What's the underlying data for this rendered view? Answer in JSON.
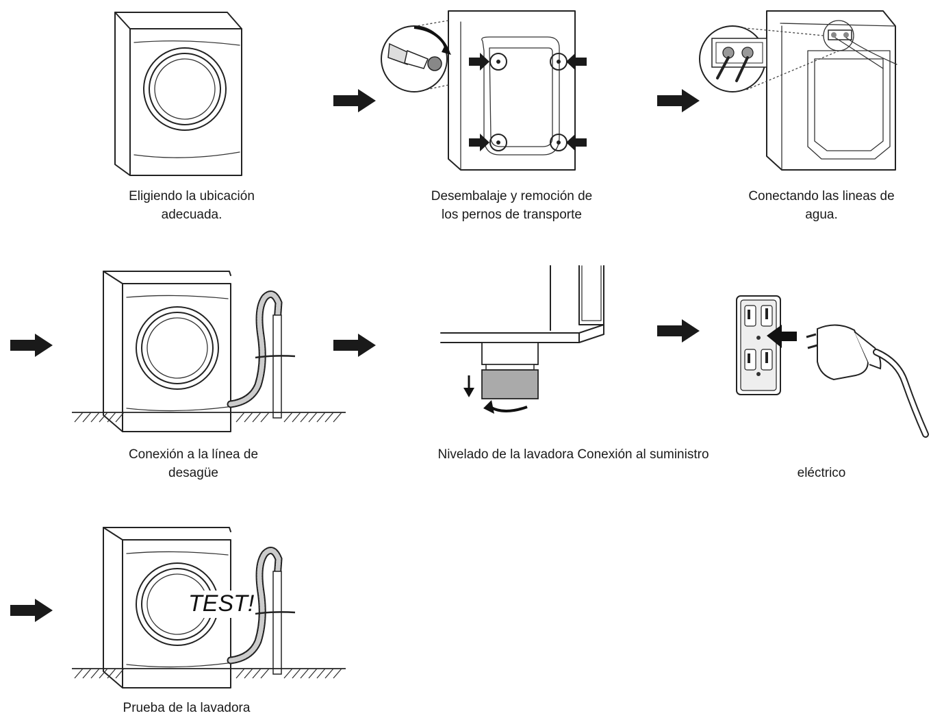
{
  "steps": [
    {
      "caption": "Eligiendo la ubicación\nadecuada.",
      "icon": "front-load-washer-icon"
    },
    {
      "caption": "Desembalaje y remoción de\nlos pernos de transporte",
      "icon": "transport-bolts-icon"
    },
    {
      "caption": "Conectando las lineas de\nagua.",
      "icon": "water-inlet-icon"
    },
    {
      "caption": "Conexión a la línea de\ndesagüe",
      "icon": "drain-hose-icon"
    },
    {
      "caption": "Nivelado de la lavadora Conexión al suministro",
      "icon": "leveling-foot-icon"
    },
    {
      "caption": "eléctrico",
      "icon": "power-plug-icon"
    },
    {
      "caption": "Prueba de la lavadora",
      "icon": "test-washer-icon",
      "badge": "TEST!"
    }
  ],
  "arrow_icon": "right-arrow-icon",
  "colors": {
    "line": "#222222",
    "arrow": "#1a1a1a",
    "foot_ring": "#999999"
  }
}
